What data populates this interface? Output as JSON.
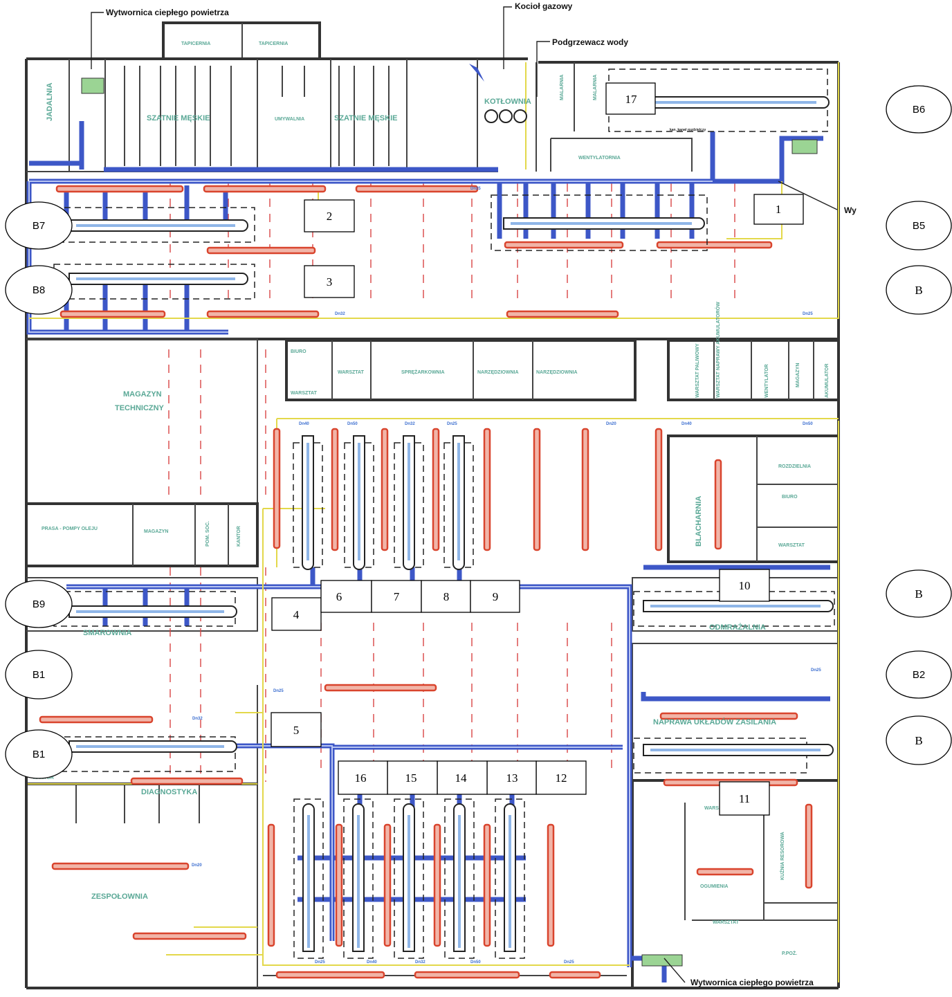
{
  "callouts": {
    "air_heater_top": "Wytwornica ciepłego powietrza",
    "gas_boiler": "Kocioł gazowy",
    "water_heater": "Podgrzewacz wody",
    "air_heater_bottom": "Wytwornica ciepłego powietrza",
    "cut_right": "Wy"
  },
  "rooms": {
    "jadalnia": "JADALNIA",
    "szatnie_1": "SZATNIE MĘSKIE",
    "umywalnia": "UMYWALNIA",
    "szatnie_2": "SZATNIE MĘSKIE",
    "kotlownia": "KOTŁOWNIA",
    "malarnia_1": "MALARNIA",
    "malarnia_2": "MALARNIA",
    "wentylatornia": "WENTYLATORNIA",
    "tapicernia_1": "TAPICERNIA",
    "tapicernia_2": "TAPICERNIA",
    "magazyn_techniczny_1": "MAGAZYN",
    "magazyn_techniczny_2": "TECHNICZNY",
    "biuro_1": "BIURO",
    "warsztat_1": "WARSZTAT",
    "warsztat_2": "WARSZTAT",
    "sprezarkownia": "SPRĘŻARKOWNIA",
    "narzedziownia_1": "NARZĘDZIOWNIA",
    "narzedziownia_2": "NARZĘDZIOWNIA",
    "warsztat_paliwowy": "WARSZTAT PALIWOWY",
    "warsztat_akumulatorow": "WARSZTAT NAPRAWY AKUMULATORÓW",
    "wentylator": "WENTYLATOR",
    "magazyn_r": "MAGAZYN",
    "akumulator": "AKUMULATOR",
    "rozdzielnia": "ROZDZIELNIA",
    "biuro_2": "BIURO",
    "warsztat_3": "WARSZTAT",
    "blacharnia": "BLACHARNIA",
    "pompy": "PRASA - POMPY OLEJU",
    "magazyn_2": "MAGAZYN",
    "pom_soc": "POM. SOC.",
    "kantor_1": "KANTOR",
    "smarownia": "SMAROWNIA",
    "odmrazalnia": "ODMRAŻALNIA",
    "naprawa": "NAPRAWA UKŁADÓW ZASILANIA",
    "diagnostyka": "DIAGNOSTYKA",
    "kantor_2": "KANTOR",
    "zespolownia": "ZESPOŁOWNIA",
    "warsztat_4": "WARSZTAT",
    "ogumienia": "OGUMIENIA",
    "warsztat_5": "WARSZTAT",
    "kuznia": "KUŹNIA RESOROWA",
    "ppoz": "P.POŻ.",
    "kanal": "kan. kanał rozdzielczy"
  },
  "pipe_sizes": [
    "Dn25",
    "Dn32",
    "Dn40",
    "Dn50",
    "Dn20"
  ],
  "boxes": [
    "1",
    "2",
    "3",
    "4",
    "5",
    "6",
    "7",
    "8",
    "9",
    "10",
    "11",
    "12",
    "13",
    "14",
    "15",
    "16",
    "17"
  ],
  "ovals": [
    "B6",
    "B7",
    "B5",
    "B8",
    "B",
    "B9",
    "B",
    "B1",
    "B2",
    "B1",
    "B"
  ]
}
